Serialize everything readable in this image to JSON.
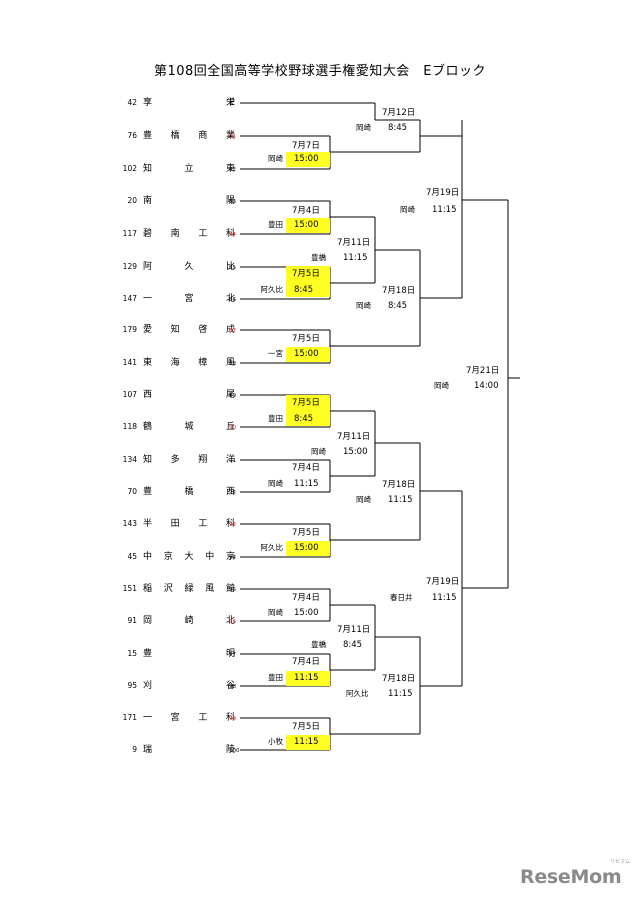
{
  "title": "第108回全国高等学校野球選手権愛知大会　Eブロック",
  "teams": [
    {
      "seed": "42",
      "name": [
        "享",
        "栄"
      ],
      "code": "E",
      "code_red": false
    },
    {
      "seed": "76",
      "name": [
        "豊",
        "橋",
        "商",
        "業"
      ],
      "code": "81",
      "code_red": true
    },
    {
      "seed": "102",
      "name": [
        "知",
        "立",
        "東"
      ],
      "code": "82",
      "code_red": false
    },
    {
      "seed": "20",
      "name": [
        "南",
        "陽"
      ],
      "code": "83",
      "code_red": false
    },
    {
      "seed": "117",
      "name": [
        "碧",
        "南",
        "工",
        "科"
      ],
      "code": "84",
      "code_red": true
    },
    {
      "seed": "129",
      "name": [
        "阿",
        "久",
        "比"
      ],
      "code": "85",
      "code_red": false
    },
    {
      "seed": "147",
      "name": [
        "一",
        "宮",
        "北"
      ],
      "code": "86",
      "code_red": false
    },
    {
      "seed": "179",
      "name": [
        "愛",
        "知",
        "啓",
        "成"
      ],
      "code": "87",
      "code_red": true
    },
    {
      "seed": "141",
      "name": [
        "東",
        "海",
        "樟",
        "風"
      ],
      "code": "88",
      "code_red": false
    },
    {
      "seed": "107",
      "name": [
        "西",
        "尾"
      ],
      "code": "89",
      "code_red": false
    },
    {
      "seed": "118",
      "name": [
        "鶴",
        "城",
        "丘"
      ],
      "code": "90",
      "code_red": true
    },
    {
      "seed": "134",
      "name": [
        "知",
        "多",
        "翔",
        "洋"
      ],
      "code": "91",
      "code_red": false
    },
    {
      "seed": "70",
      "name": [
        "豊",
        "橋",
        "西"
      ],
      "code": "92",
      "code_red": false
    },
    {
      "seed": "143",
      "name": [
        "半",
        "田",
        "工",
        "科"
      ],
      "code": "93",
      "code_red": true
    },
    {
      "seed": "45",
      "name": [
        "中",
        "京",
        "大",
        "中",
        "京"
      ],
      "code": "94",
      "code_red": false
    },
    {
      "seed": "151",
      "name": [
        "稲",
        "沢",
        "緑",
        "風",
        "館"
      ],
      "code": "95",
      "code_red": false
    },
    {
      "seed": "91",
      "name": [
        "岡",
        "崎",
        "北"
      ],
      "code": "96",
      "code_red": true
    },
    {
      "seed": "15",
      "name": [
        "豊",
        "明"
      ],
      "code": "97",
      "code_red": false
    },
    {
      "seed": "95",
      "name": [
        "刈",
        "谷"
      ],
      "code": "98",
      "code_red": false
    },
    {
      "seed": "171",
      "name": [
        "一",
        "宮",
        "工",
        "科"
      ],
      "code": "99",
      "code_red": true
    },
    {
      "seed": "9",
      "name": [
        "瑞",
        "陵"
      ],
      "code": "100",
      "code_red": false
    }
  ],
  "matches": [
    {
      "id": "r1_1",
      "date": "7月7日",
      "venue": "岡崎",
      "time": "15:00",
      "highlight": true
    },
    {
      "id": "r1_2",
      "date": "7月4日",
      "venue": "豊田",
      "time": "15:00",
      "highlight": true
    },
    {
      "id": "r1_3",
      "date": "7月5日",
      "venue": "阿久比",
      "time": "8:45",
      "highlight": true
    },
    {
      "id": "r1_4",
      "date": "7月5日",
      "venue": "一宮",
      "time": "15:00",
      "highlight": true
    },
    {
      "id": "r1_5",
      "date": "7月5日",
      "venue": "豊田",
      "time": "8:45",
      "highlight": true
    },
    {
      "id": "r1_6",
      "date": "7月4日",
      "venue": "岡崎",
      "time": "11:15",
      "highlight": false
    },
    {
      "id": "r1_7",
      "date": "7月5日",
      "venue": "阿久比",
      "time": "15:00",
      "highlight": true
    },
    {
      "id": "r1_8",
      "date": "7月4日",
      "venue": "岡崎",
      "time": "15:00",
      "highlight": false
    },
    {
      "id": "r1_9",
      "date": "7月4日",
      "venue": "豊田",
      "time": "11:15",
      "highlight": true
    },
    {
      "id": "r1_10",
      "date": "7月5日",
      "venue": "小牧",
      "time": "11:15",
      "highlight": true
    },
    {
      "id": "r2_1",
      "date": "7月12日",
      "venue": "岡崎",
      "time": "8:45",
      "highlight": false
    },
    {
      "id": "r2_2",
      "date": "7月11日",
      "venue": "豊橋",
      "time": "11:15",
      "highlight": false
    },
    {
      "id": "r2_3",
      "date": "7月11日",
      "venue": "岡崎",
      "time": "15:00",
      "highlight": false
    },
    {
      "id": "r2_4",
      "date": "7月11日",
      "venue": "豊橋",
      "time": "8:45",
      "highlight": false
    },
    {
      "id": "r3_1",
      "date": "7月18日",
      "venue": "岡崎",
      "time": "8:45",
      "highlight": false
    },
    {
      "id": "r3_2",
      "date": "7月18日",
      "venue": "岡崎",
      "time": "11:15",
      "highlight": false
    },
    {
      "id": "r3_3",
      "date": "7月18日",
      "venue": "阿久比",
      "time": "11:15",
      "highlight": false
    },
    {
      "id": "r4_1",
      "date": "7月19日",
      "venue": "岡崎",
      "time": "11:15",
      "highlight": false
    },
    {
      "id": "r4_2",
      "date": "7月19日",
      "venue": "春日井",
      "time": "11:15",
      "highlight": false
    },
    {
      "id": "final",
      "date": "7月21日",
      "venue": "岡崎",
      "time": "14:00",
      "highlight": false
    }
  ],
  "logo": {
    "text": "ReseMom",
    "sub": "リセマム"
  }
}
